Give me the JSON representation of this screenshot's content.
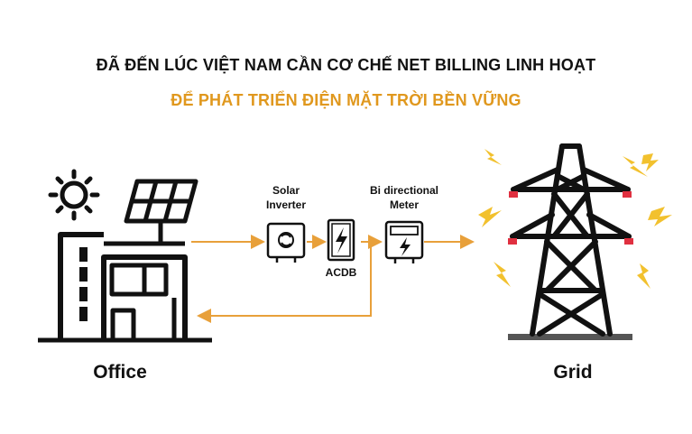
{
  "header": {
    "title": "ĐÃ ĐẾN LÚC VIỆT NAM CẦN CƠ CHẾ NET BILLING LINH HOẠT",
    "subtitle": "ĐỂ PHÁT TRIỂN ĐIỆN MẶT TRỜI BỀN VỮNG"
  },
  "components": {
    "inverter": {
      "line1": "Solar",
      "line2": "Inverter",
      "icon": "solar-inverter-icon"
    },
    "acdb": {
      "label": "ACDB",
      "icon": "acdb-panel-icon"
    },
    "meter": {
      "line1": "Bi directional",
      "line2": "Meter",
      "icon": "bidirectional-meter-icon"
    }
  },
  "endpoints": {
    "office": {
      "label": "Office",
      "icon": "office-building-icon"
    },
    "grid": {
      "label": "Grid",
      "icon": "transmission-tower-icon"
    }
  },
  "colors": {
    "accent": "#e0981e",
    "flow_line": "#e8a03a",
    "bolt": "#f2c12e",
    "insulator": "#e03040",
    "ink": "#111111"
  }
}
